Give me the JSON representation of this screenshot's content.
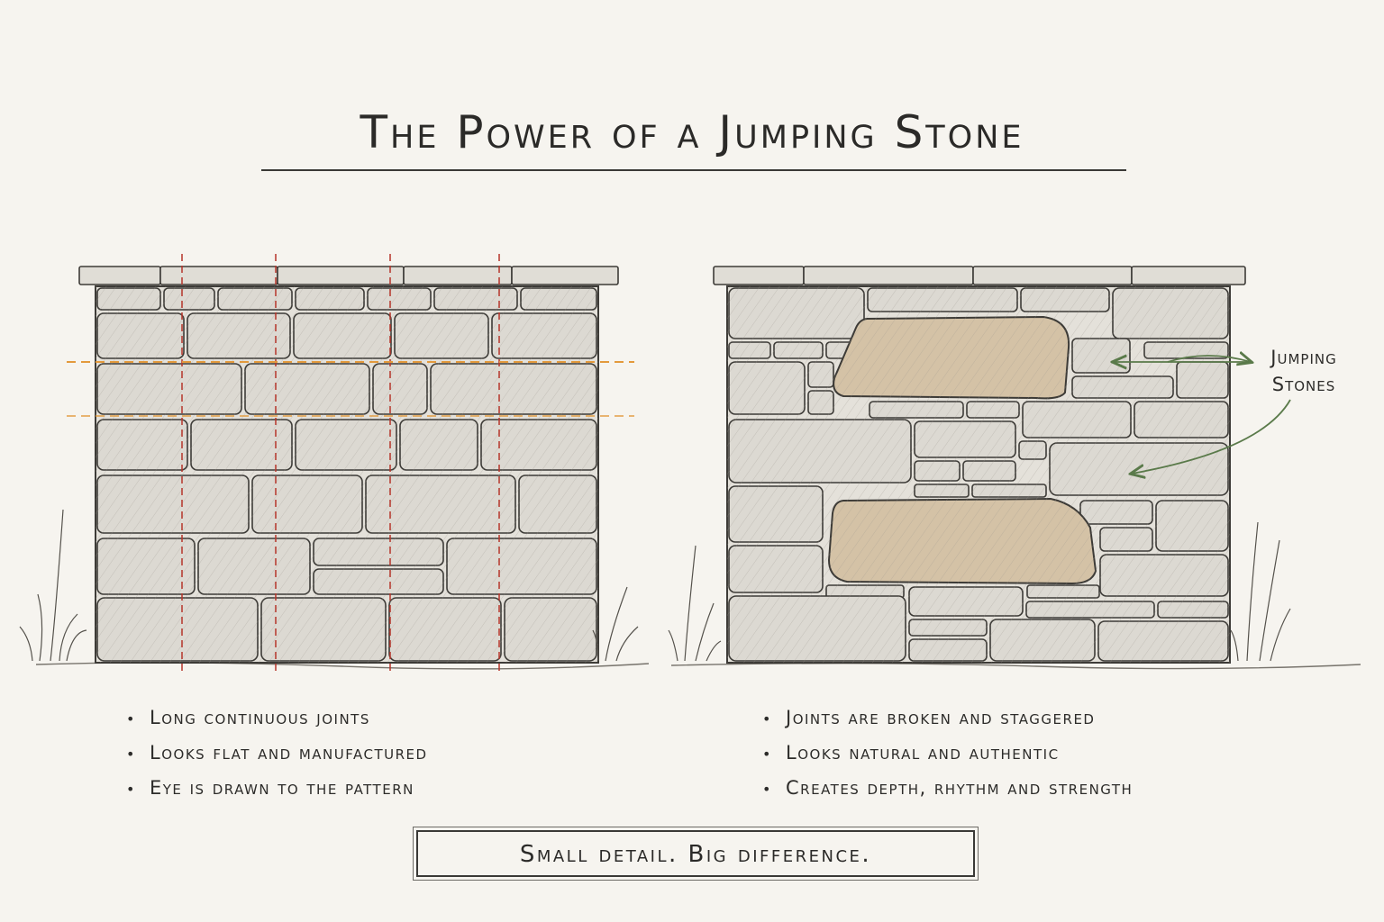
{
  "title": "The Power of a Jumping Stone",
  "left_panel": {
    "bullets": [
      "Long continuous joints",
      "Looks flat and manufactured",
      "Eye is drawn to the pattern"
    ]
  },
  "right_panel": {
    "callout_label": "Jumping Stones",
    "bullets": [
      "Joints are broken and staggered",
      "Looks natural and authentic",
      "Creates depth, rhythm and strength"
    ]
  },
  "tagline": "Small detail. Big difference.",
  "colors": {
    "paper": "#f6f4ef",
    "ink": "#2b2a28",
    "stone": "#dcd9d2",
    "jumping_stone": "#d4c2a6",
    "vertical_joint_marker": "#b5352a",
    "horizontal_joint_marker": "#e39a3c",
    "callout_arrow": "#5a7a4a"
  },
  "icons": [
    "grass-tuft-icon",
    "arrow-icon"
  ]
}
